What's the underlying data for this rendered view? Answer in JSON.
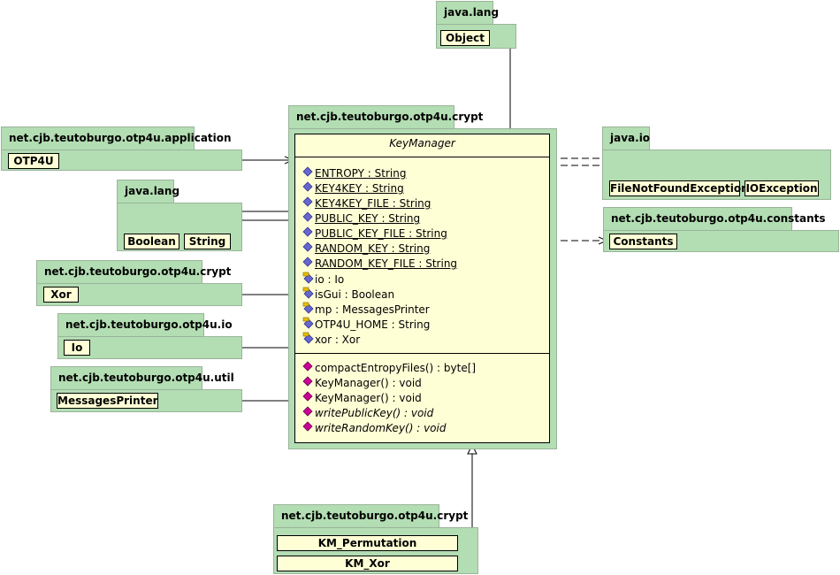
{
  "colors": {
    "package": "#b3ddb3",
    "class": "#ffffd6",
    "field_icon": "#6666cc",
    "method_icon": "#cc0099"
  },
  "packages": {
    "java_lang_top": {
      "name": "java.lang",
      "classes": [
        "Object"
      ]
    },
    "application": {
      "name": "net.cjb.teutoburgo.otp4u.application",
      "classes": [
        "OTP4U"
      ]
    },
    "java_lang_mid": {
      "name": "java.lang",
      "classes": [
        "Boolean",
        "String"
      ]
    },
    "crypt_left": {
      "name": "net.cjb.teutoburgo.otp4u.crypt",
      "classes": [
        "Xor"
      ]
    },
    "io": {
      "name": "net.cjb.teutoburgo.otp4u.io",
      "classes": [
        "Io"
      ]
    },
    "util": {
      "name": "net.cjb.teutoburgo.otp4u.util",
      "classes": [
        "MessagesPrinter"
      ]
    },
    "crypt_main": {
      "name": "net.cjb.teutoburgo.otp4u.crypt"
    },
    "java_io": {
      "name": "java.io",
      "classes": [
        "FileNotFoundException",
        "IOException"
      ]
    },
    "constants": {
      "name": "net.cjb.teutoburgo.otp4u.constants",
      "classes": [
        "Constants"
      ]
    },
    "crypt_bottom": {
      "name": "net.cjb.teutoburgo.otp4u.crypt",
      "classes": [
        "KM_Permutation",
        "KM_Xor"
      ]
    }
  },
  "main_class": {
    "name": "KeyManager",
    "fields": [
      {
        "text": "ENTROPY : String",
        "icon": "field-static-icon",
        "static": true
      },
      {
        "text": "KEY4KEY : String",
        "icon": "field-static-icon",
        "static": true
      },
      {
        "text": "KEY4KEY_FILE : String",
        "icon": "field-static-icon",
        "static": true
      },
      {
        "text": "PUBLIC_KEY : String",
        "icon": "field-static-icon",
        "static": true
      },
      {
        "text": "PUBLIC_KEY_FILE : String",
        "icon": "field-static-icon",
        "static": true
      },
      {
        "text": "RANDOM_KEY : String",
        "icon": "field-static-icon",
        "static": true
      },
      {
        "text": "RANDOM_KEY_FILE : String",
        "icon": "field-static-icon",
        "static": true
      },
      {
        "text": "io : Io",
        "icon": "field-private-icon",
        "static": false
      },
      {
        "text": "isGui : Boolean",
        "icon": "field-private-icon",
        "static": false
      },
      {
        "text": "mp : MessagesPrinter",
        "icon": "field-private-icon",
        "static": false
      },
      {
        "text": "OTP4U_HOME : String",
        "icon": "field-private-icon",
        "static": false
      },
      {
        "text": "xor : Xor",
        "icon": "field-private-icon",
        "static": false
      }
    ],
    "methods": [
      {
        "text": "compactEntropyFiles() : byte[]",
        "icon": "method-icon",
        "italic": false
      },
      {
        "text": "KeyManager() : void",
        "icon": "method-icon",
        "italic": false
      },
      {
        "text": "KeyManager() : void",
        "icon": "method-icon",
        "italic": false
      },
      {
        "text": "writePublicKey() : void",
        "icon": "method-icon",
        "italic": true
      },
      {
        "text": "writeRandomKey() : void",
        "icon": "method-icon",
        "italic": true
      }
    ]
  }
}
